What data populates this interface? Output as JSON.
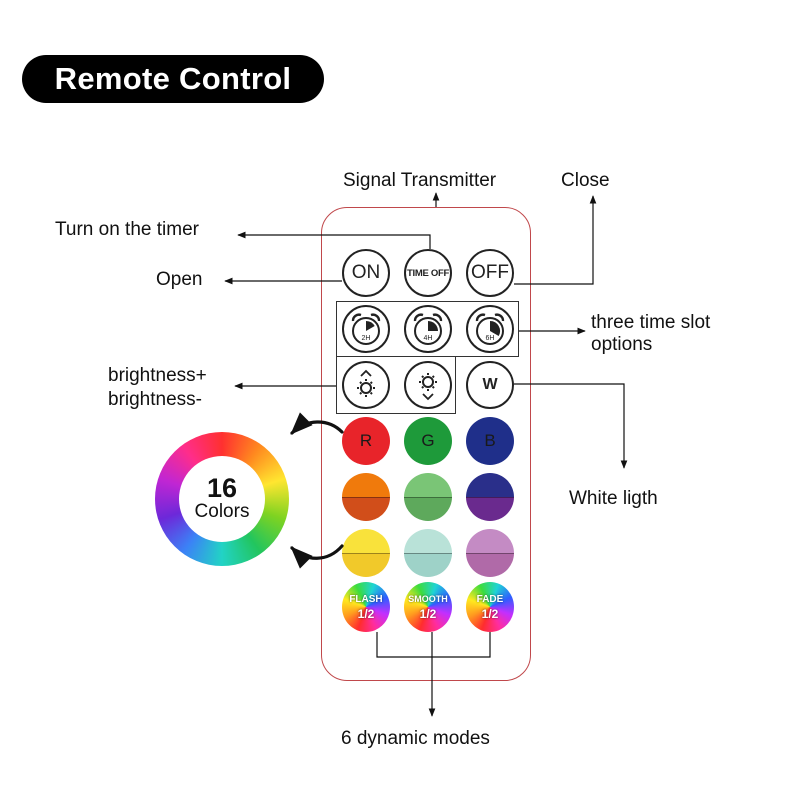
{
  "title": "Remote Control",
  "labels": {
    "signal_transmitter": "Signal Transmitter",
    "close": "Close",
    "turn_on_timer": "Turn on the timer",
    "open": "Open",
    "three_time_slot_line1": "three time slot",
    "three_time_slot_line2": "options",
    "brightness_plus": "brightness+",
    "brightness_minus": "brightness-",
    "white_light": "White ligth",
    "dynamic_modes": "6 dynamic modes"
  },
  "wheel": {
    "number": "16",
    "text": "Colors"
  },
  "buttons": {
    "on": "ON",
    "time_off": "TIME OFF",
    "off": "OFF",
    "timer_2h": "2H",
    "timer_4h": "4H",
    "timer_6h": "6H",
    "white": "W",
    "red": "R",
    "green": "G",
    "blue": "B"
  },
  "modes": [
    {
      "name": "FLASH",
      "speed": "1/2"
    },
    {
      "name": "SMOOTH",
      "speed": "1/2"
    },
    {
      "name": "FADE",
      "speed": "1/2"
    }
  ],
  "colors": {
    "red": "#e8242a",
    "green": "#1e9a3a",
    "blue": "#1f2f8a",
    "row2": [
      [
        "#f07a0c",
        "#d14e1a"
      ],
      [
        "#7ac576",
        "#5ea95c"
      ],
      [
        "#2a2f8a",
        "#6a2a8e"
      ]
    ],
    "row3": [
      [
        "#f9e23b",
        "#f1c92a"
      ],
      [
        "#b9e2d8",
        "#9ed2c8"
      ],
      [
        "#c48bc4",
        "#b06aa8"
      ]
    ],
    "remote_outline": "#c0484b"
  }
}
